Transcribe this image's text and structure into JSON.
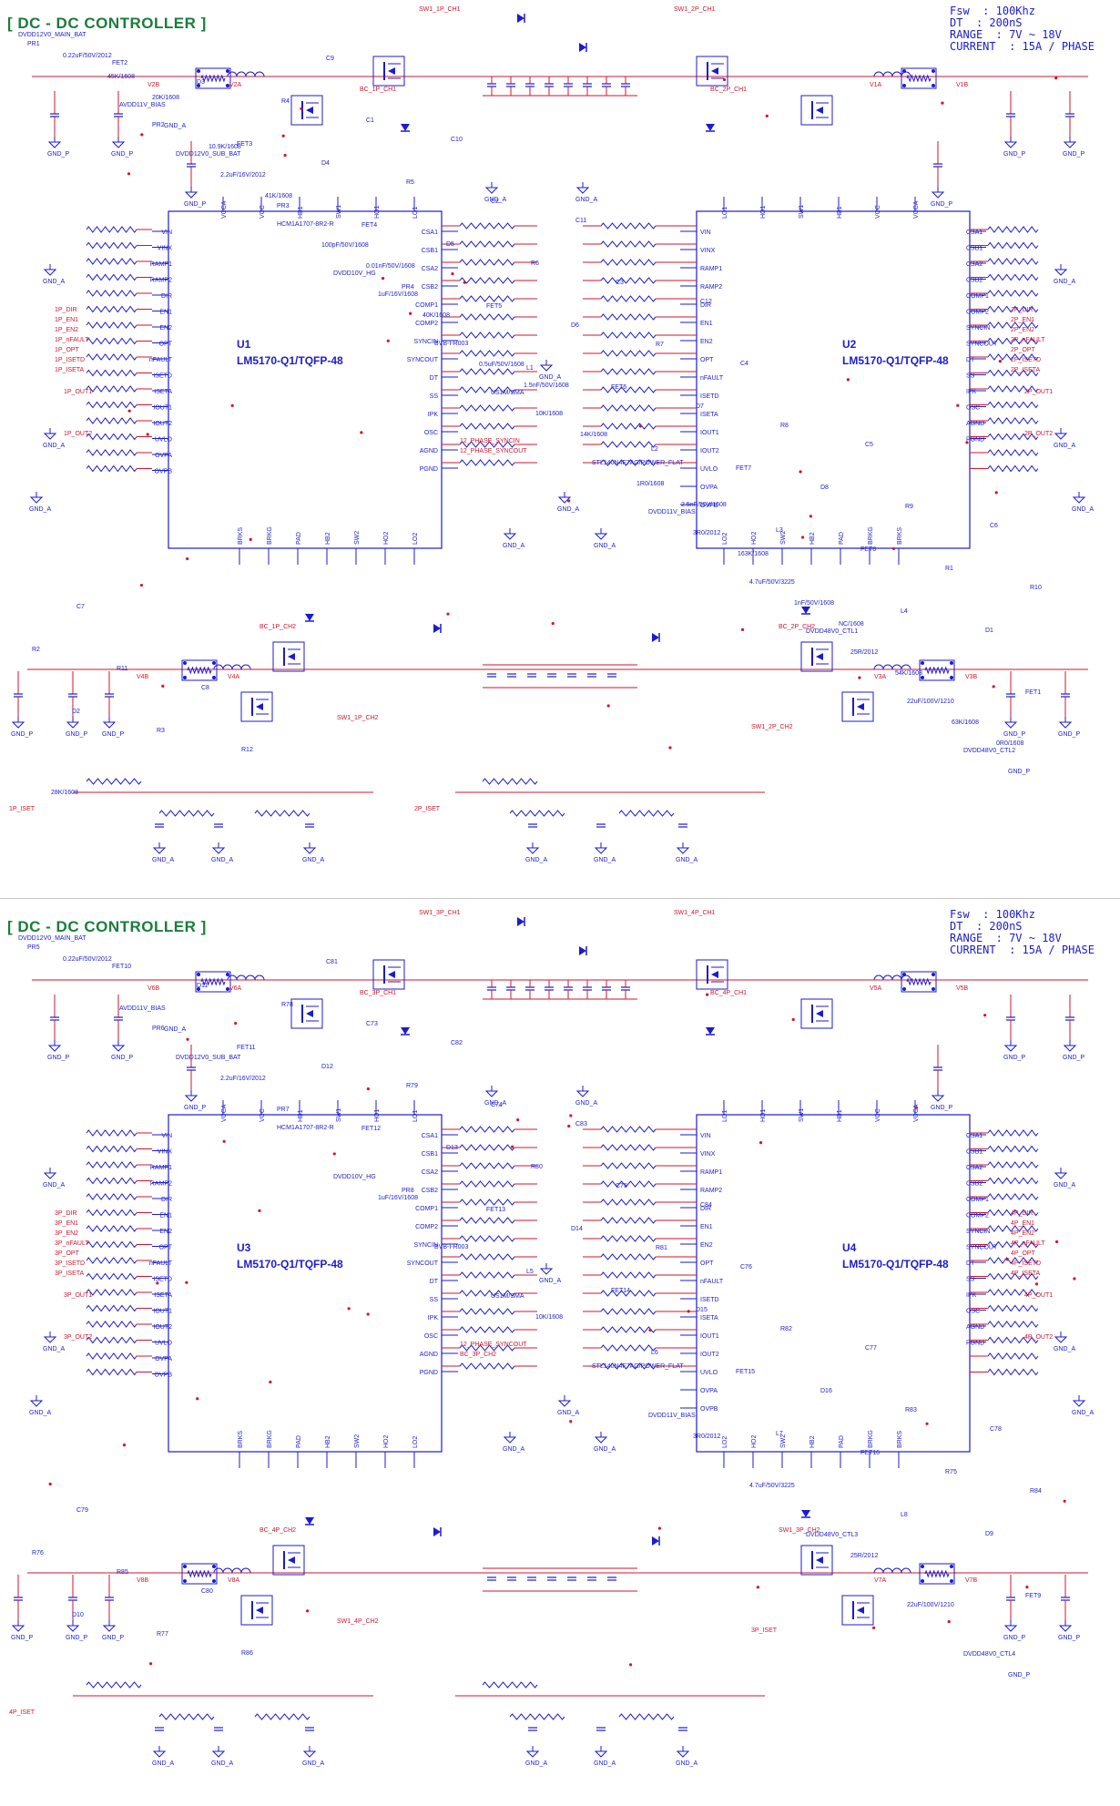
{
  "sheets": [
    {
      "title": "[ DC - DC CONTROLLER ]",
      "spec": [
        "Fsw  : 100Khz",
        "DT  : 200nS",
        "RANGE  : 7V ~ 18V",
        "CURRENT  : 15A / PHASE"
      ],
      "chips": [
        {
          "ref": "U1",
          "part": "LM5170-Q1/TQFP-48"
        },
        {
          "ref": "U2",
          "part": "LM5170-Q1/TQFP-48"
        }
      ],
      "nets_red": [
        "SW1_1P_CH1",
        "SW1_2P_CH1",
        "BC_1P_CH1",
        "BC_2P_CH1",
        "V2B",
        "V2A",
        "V1A",
        "V1B",
        "V4B",
        "V4A",
        "V3A",
        "V3B",
        "1P_DIR",
        "1P_EN1",
        "1P_EN2",
        "1P_nFAULT",
        "1P_OPT",
        "1P_ISETD",
        "1P_ISETA",
        "2P_DIR",
        "2P_EN1",
        "2P_EN2",
        "2P_nFAULT",
        "2P_OPT",
        "2P_ISETD",
        "2P_ISETA",
        "1P_OUT1",
        "1P_OUT2",
        "2P_OUT1",
        "2P_OUT2",
        "12_PHASE_SYNCIN",
        "12_PHASE_SYNCOUT",
        "BC_1P_CH2",
        "BC_2P_CH2",
        "SW1_1P_CH2",
        "SW1_2P_CH2",
        "1P_ISET",
        "2P_ISET"
      ],
      "labels": [
        "DVDD12V0_MAIN_BAT",
        "DVDD12V0_SUB_BAT",
        "DVDD10V_HG",
        "US1M/SMA",
        "DVDD11V_BIAS",
        "DVDD48V0_CTL1",
        "DVDD48V0_CTL2",
        "AVDD11V_BIAS",
        "HCM1A1707-8R2-R",
        "BVB-I-R003",
        "STL140N4F7AG/POWER_FLAT",
        "4.7uF/50V/3225",
        "22uF/100V/1210",
        "0.22uF/50V/2012",
        "2.2uF/16V/2012",
        "1uF/16V/1608",
        "10K/1608",
        "3R0/2012",
        "25R/2012",
        "GND_P",
        "GND_A",
        "100pF/50V/1608",
        "0.5uF/50V/1608",
        "1R0/1608",
        "1nF/50V/1608",
        "63K/1608",
        "45K/1608",
        "41K/1608",
        "40K/1608",
        "14K/1608",
        "163K/1608",
        "54K/1608",
        "28K/1608",
        "10.9K/1608",
        "0.01nF/50V/1608",
        "1.5nF/50V/1608",
        "2.5nF/50V/1608",
        "NC/1608",
        "0R0/1608",
        "20K/1608"
      ],
      "left_pins": [
        "VIN",
        "VINX",
        "RAMP1",
        "RAMP2",
        "DIR",
        "EN1",
        "EN2",
        "OPT",
        "nFAULT",
        "ISETD",
        "ISETA",
        "IOUT1",
        "IOUT2",
        "UVLO",
        "OVPA",
        "OVPB"
      ],
      "right_pins": [
        "CSA1",
        "CSB1",
        "CSA2",
        "CSB2",
        "COMP1",
        "COMP2",
        "SYNCIN",
        "SYNCOUT",
        "DT",
        "SS",
        "IPK",
        "OSC",
        "AGND",
        "PGND"
      ],
      "top_pins": [
        "LO1",
        "HO1",
        "SW1",
        "HB1",
        "VCC",
        "VCCA"
      ],
      "bottom_pins": [
        "LO2",
        "HO2",
        "SW2",
        "HB2",
        "PAD",
        "BRKG",
        "BRKS"
      ],
      "refs": [
        "PR1",
        "PR2",
        "PR3",
        "PR4",
        "L1",
        "L2",
        "L3",
        "L4",
        "FET1",
        "FET2",
        "FET3",
        "FET4",
        "FET5",
        "FET6",
        "FET7",
        "FET8",
        "D1",
        "D2",
        "D3",
        "D4",
        "D5",
        "D6",
        "D7",
        "D8",
        "R1",
        "R2",
        "R3",
        "R4",
        "R5",
        "R6",
        "R7",
        "R8",
        "R9",
        "R10",
        "R11",
        "R12",
        "C1",
        "C2",
        "C3",
        "C4",
        "C5",
        "C6",
        "C7",
        "C8",
        "C9",
        "C10",
        "C11",
        "C12"
      ]
    },
    {
      "title": "[ DC - DC CONTROLLER ]",
      "spec": [
        "Fsw  : 100Khz",
        "DT  : 200nS",
        "RANGE  : 7V ~ 18V",
        "CURRENT  : 15A / PHASE"
      ],
      "chips": [
        {
          "ref": "U3",
          "part": "LM5170-Q1/TQFP-48"
        },
        {
          "ref": "U4",
          "part": "LM5170-Q1/TQFP-48"
        }
      ],
      "nets_red": [
        "SW1_3P_CH1",
        "SW1_4P_CH1",
        "BC_3P_CH1",
        "BC_4P_CH1",
        "V6B",
        "V6A",
        "V5A",
        "V5B",
        "V8B",
        "V8A",
        "V7A",
        "V7B",
        "3P_DIR",
        "3P_EN1",
        "3P_EN2",
        "3P_nFAULT",
        "3P_OPT",
        "3P_ISETD",
        "3P_ISETA",
        "4P_DIR",
        "4P_EN1",
        "4P_EN2",
        "4P_nFAULT",
        "4P_OPT",
        "4P_ISETD",
        "4P_ISETA",
        "3P_OUT1",
        "3P_OUT2",
        "4P_OUT1",
        "4P_OUT2",
        "12_PHASE_SYNCOUT",
        "BC_3P_CH2",
        "BC_4P_CH2",
        "SW1_3P_CH2",
        "SW1_4P_CH2",
        "3P_ISET",
        "4P_ISET"
      ],
      "labels": [
        "DVDD12V0_MAIN_BAT",
        "DVDD12V0_SUB_BAT",
        "DVDD10V_HG",
        "US1M/SMA",
        "DVDD11V_BIAS",
        "DVDD48V0_CTL3",
        "DVDD48V0_CTL4",
        "AVDD11V_BIAS",
        "HCM1A1707-8R2-R",
        "BVB-I-R003",
        "STL140N4F7AG/POWER_FLAT",
        "4.7uF/50V/3225",
        "22uF/100V/1210",
        "0.22uF/50V/2012",
        "2.2uF/16V/2012",
        "1uF/16V/1608",
        "10K/1608",
        "3R0/2012",
        "25R/2012",
        "GND_P",
        "GND_A"
      ],
      "left_pins": [
        "VIN",
        "VINX",
        "RAMP1",
        "RAMP2",
        "DIR",
        "EN1",
        "EN2",
        "OPT",
        "nFAULT",
        "ISETD",
        "ISETA",
        "IOUT1",
        "IOUT2",
        "UVLO",
        "OVPA",
        "OVPB"
      ],
      "right_pins": [
        "CSA1",
        "CSB1",
        "CSA2",
        "CSB2",
        "COMP1",
        "COMP2",
        "SYNCIN",
        "SYNCOUT",
        "DT",
        "SS",
        "IPK",
        "OSC",
        "AGND",
        "PGND"
      ],
      "top_pins": [
        "LO1",
        "HO1",
        "SW1",
        "HB1",
        "VCC",
        "VCCA"
      ],
      "bottom_pins": [
        "LO2",
        "HO2",
        "SW2",
        "HB2",
        "PAD",
        "BRKG",
        "BRKS"
      ],
      "refs": [
        "PR5",
        "PR6",
        "PR7",
        "PR8",
        "L5",
        "L6",
        "L7",
        "L8",
        "FET9",
        "FET10",
        "FET11",
        "FET12",
        "FET13",
        "FET14",
        "FET15",
        "FET16",
        "D9",
        "D10",
        "D11",
        "D12",
        "D13",
        "D14",
        "D15",
        "D16",
        "R75",
        "R76",
        "R77",
        "R78",
        "R79",
        "R80",
        "R81",
        "R82",
        "R83",
        "R84",
        "R85",
        "R86",
        "C73",
        "C74",
        "C75",
        "C76",
        "C77",
        "C78",
        "C79",
        "C80",
        "C81",
        "C82",
        "C83",
        "C84"
      ]
    }
  ]
}
